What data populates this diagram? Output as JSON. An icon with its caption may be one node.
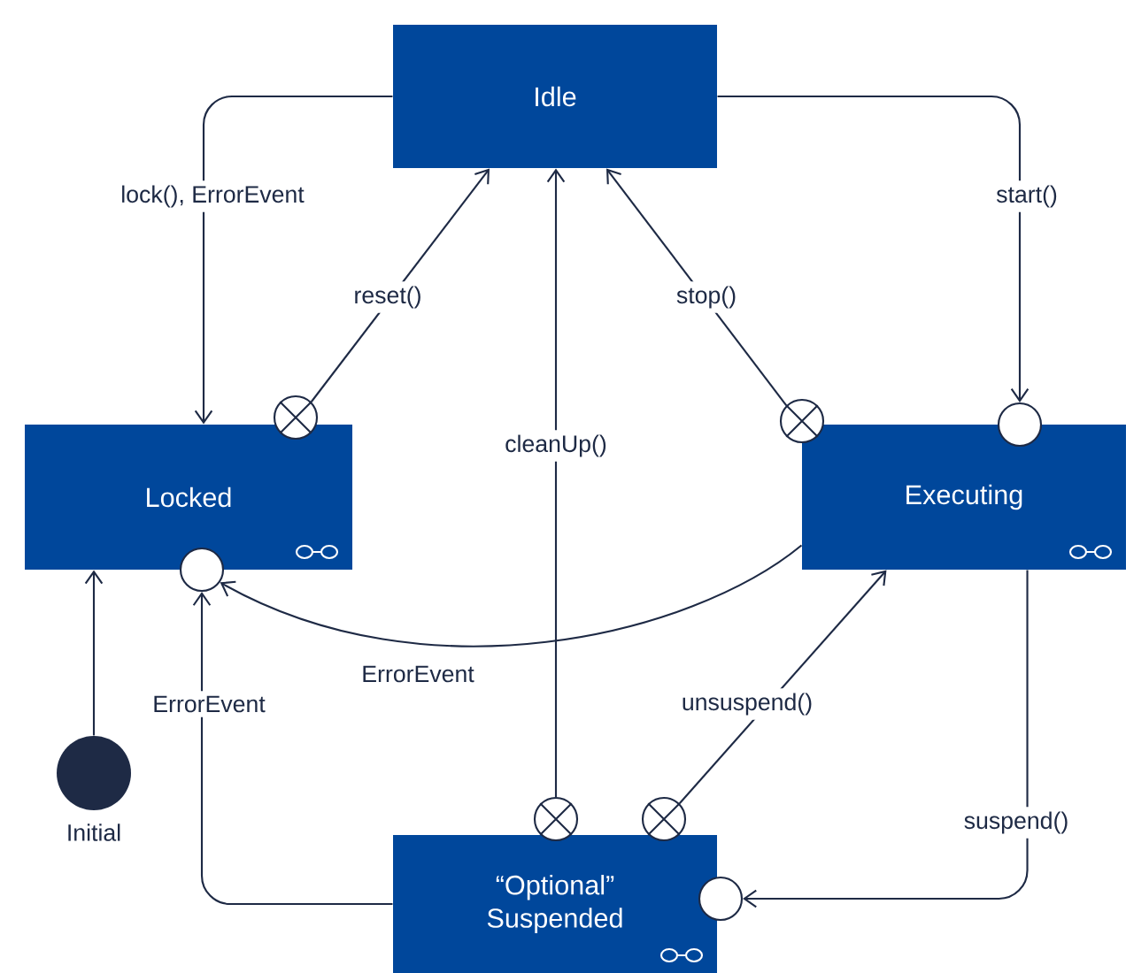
{
  "diagram": {
    "nodes": [
      {
        "text": [
          "Idle"
        ]
      },
      {
        "text": [
          "Locked"
        ]
      },
      {
        "text": [
          "Executing"
        ]
      },
      {
        "text": [
          "“Optional”",
          "Suspended"
        ]
      },
      {
        "text": [],
        "shape": "circle",
        "beside": [
          "Initial"
        ]
      },
      {
        "text": [],
        "shape": "circle"
      },
      {
        "text": [],
        "shape": "circle"
      },
      {
        "text": [],
        "shape": "circle"
      },
      {
        "text": [],
        "shape": "circle"
      },
      {
        "text": [],
        "shape": "circle"
      },
      {
        "text": [],
        "shape": "circle"
      },
      {
        "text": [],
        "shape": "circle"
      }
    ],
    "edges": [
      {
        "from": 0,
        "to": 1,
        "arrow": "to",
        "label": "lock(), ErrorEvent"
      },
      {
        "from": 5,
        "to": 0,
        "arrow": "to",
        "label": "reset()"
      },
      {
        "from": 9,
        "to": 0,
        "arrow": "to",
        "label": "cleanUp()"
      },
      {
        "from": 7,
        "to": 0,
        "arrow": "to",
        "label": "stop()"
      },
      {
        "from": 0,
        "to": 8,
        "arrow": "to",
        "label": "start()"
      },
      {
        "from": 2,
        "to": 6,
        "arrow": "to",
        "label": "ErrorEvent"
      },
      {
        "from": 3,
        "to": 6,
        "arrow": "to",
        "label": "ErrorEvent"
      },
      {
        "from": 10,
        "to": 2,
        "arrow": "to",
        "label": "unsuspend()"
      },
      {
        "from": 2,
        "to": 11,
        "arrow": "to",
        "label": "suspend()"
      },
      {
        "from": 4,
        "to": 1,
        "arrow": "to"
      }
    ]
  }
}
